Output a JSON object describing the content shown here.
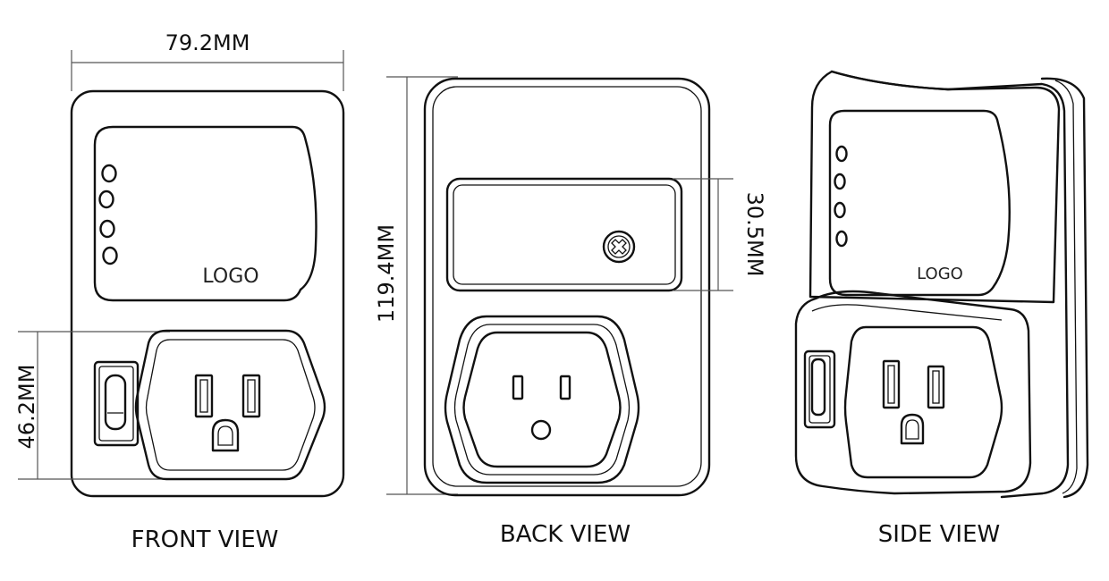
{
  "views": {
    "front": {
      "label": "FRONT VIEW",
      "logo": "LOGO"
    },
    "back": {
      "label": "BACK VIEW"
    },
    "side": {
      "label": "SIDE VIEW",
      "logo": "LOGO"
    }
  },
  "dimensions": {
    "width": "79.2MM",
    "height": "119.4MM",
    "panel_height": "30.5MM",
    "outlet_height": "46.2MM"
  }
}
